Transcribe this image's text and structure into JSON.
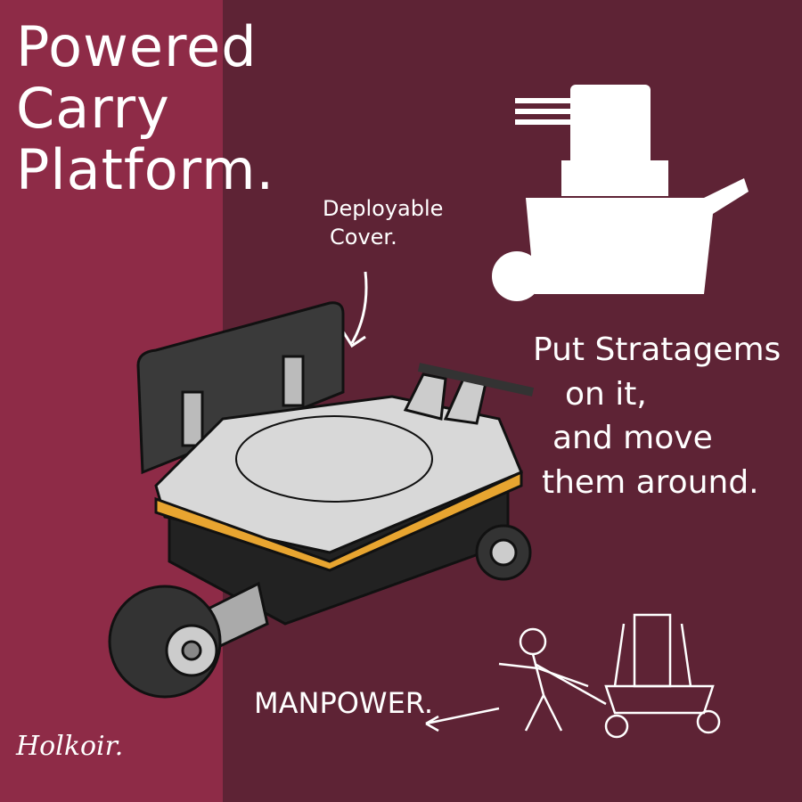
{
  "title": {
    "lines": [
      "Powered",
      "Carry",
      "Platform."
    ]
  },
  "annotation_cover": {
    "lines": [
      "Deployable",
      "Cover."
    ]
  },
  "caption": {
    "lines": [
      "Put Stratagems",
      "on it,",
      "and move",
      "them around."
    ]
  },
  "manpower_label": "MANPOWER.",
  "signature": "Holkoir.",
  "colors": {
    "left_band": "#8e2b47",
    "background": "#5e2335",
    "accent": "#e8a530"
  }
}
